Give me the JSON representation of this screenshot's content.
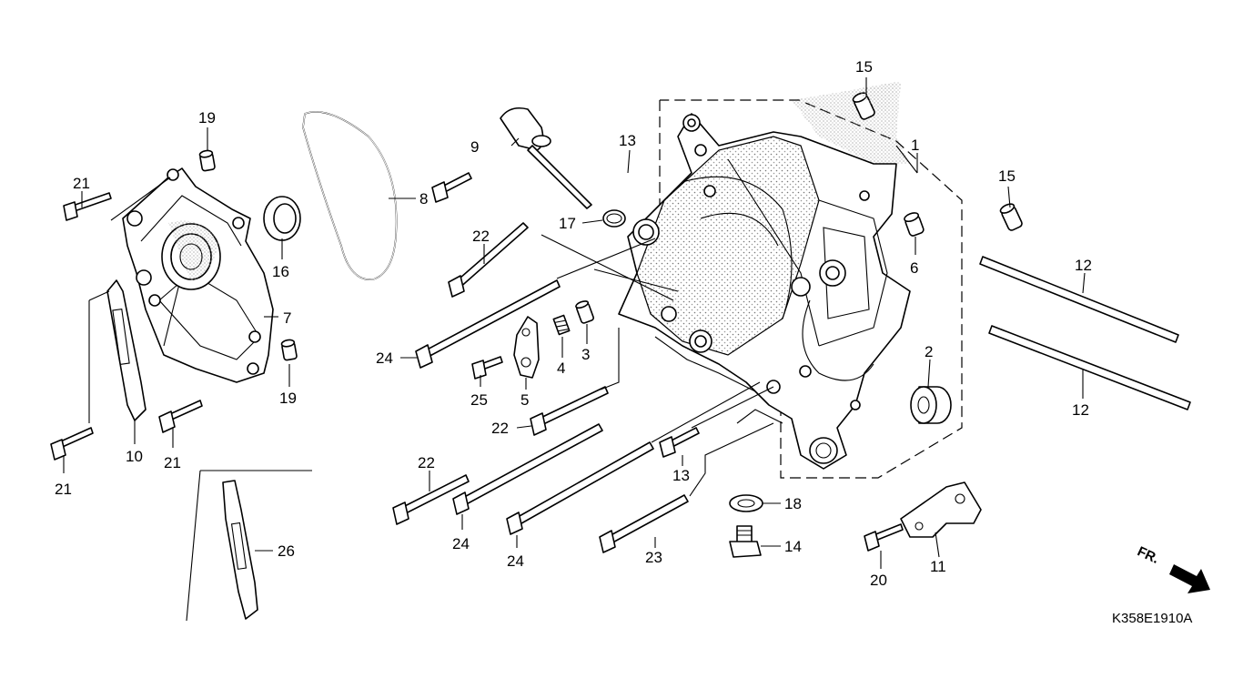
{
  "diagram": {
    "drawing_code": "K358E1910A",
    "front_marker": "FR.",
    "callouts": {
      "c1": "1",
      "c2": "2",
      "c3": "3",
      "c4": "4",
      "c5": "5",
      "c6": "6",
      "c7": "7",
      "c8": "8",
      "c9": "9",
      "c10": "10",
      "c11": "11",
      "c12": "12",
      "c13": "13",
      "c14": "14",
      "c15": "15",
      "c16": "16",
      "c17": "17",
      "c18": "18",
      "c19": "19",
      "c20": "20",
      "c21": "21",
      "c22": "22",
      "c23": "23",
      "c24": "24",
      "c25": "25",
      "c26": "26"
    }
  }
}
